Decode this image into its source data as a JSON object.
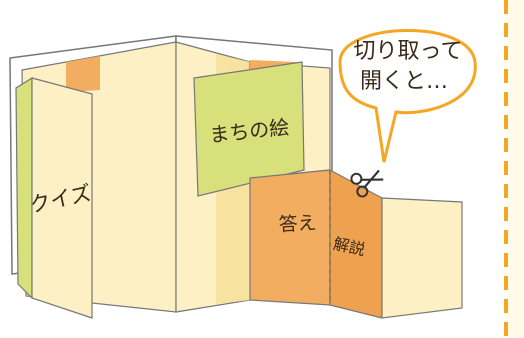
{
  "labels": {
    "quiz": "クイズ",
    "town_picture": "まちの絵",
    "answer": "答え",
    "explanation": "解説"
  },
  "bubble": {
    "line1": "切り取って",
    "line2": "開くと…"
  },
  "colors": {
    "cream": "#fdf0c4",
    "cream_dark": "#f8e2a0",
    "green": "#d7e07b",
    "orange": "#f2ad60",
    "orange_dark": "#eea24f",
    "outline": "#777777",
    "divider": "#f5a623",
    "bubble_stroke": "#f5a623",
    "text": "#3a2a1a"
  },
  "icons": [
    "scissors-icon"
  ]
}
